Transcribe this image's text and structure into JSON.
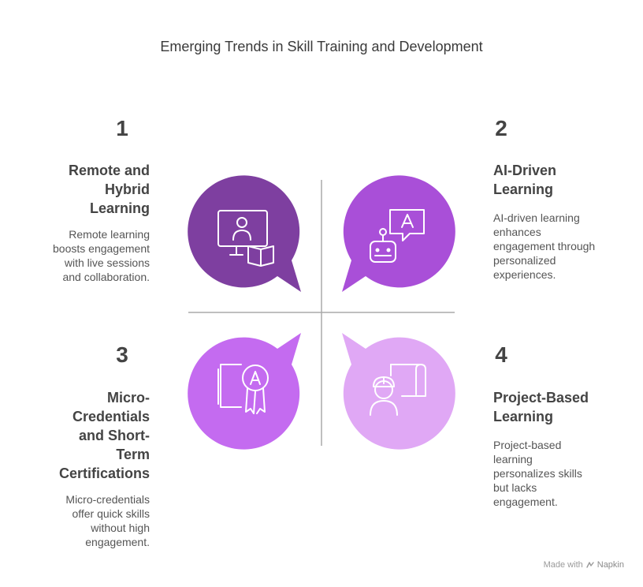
{
  "title": "Emerging Trends in Skill Training and Development",
  "colors": {
    "q1": "#7e3fa0",
    "q2": "#a94fd8",
    "q3": "#c46bf0",
    "q4": "#e0a8f5",
    "divider": "#aaaaaa"
  },
  "items": [
    {
      "number": "1",
      "heading": "Remote and Hybrid Learning",
      "heading_lines": [
        "Remote and",
        "Hybrid",
        "Learning"
      ],
      "description": "Remote learning boosts engagement with live sessions and collaboration.",
      "description_lines": [
        "Remote learning",
        "boosts engagement",
        "with live sessions",
        "and collaboration."
      ],
      "icon": "screen-user-book-icon"
    },
    {
      "number": "2",
      "heading": "AI-Driven Learning",
      "heading_lines": [
        "AI-Driven",
        "Learning"
      ],
      "description": "AI-driven learning enhances engagement through personalized experiences.",
      "description_lines": [
        "AI-driven learning",
        "enhances",
        "engagement through",
        "personalized",
        "experiences."
      ],
      "icon": "robot-speech-icon"
    },
    {
      "number": "3",
      "heading": "Micro-Credentials and Short-Term Certifications",
      "heading_lines": [
        "Micro-",
        "Credentials",
        "and Short-",
        "Term",
        "Certifications"
      ],
      "description": "Micro-credentials offer quick skills without high engagement.",
      "description_lines": [
        "Micro-credentials",
        "offer quick skills",
        "without high",
        "engagement."
      ],
      "icon": "certificate-badge-icon"
    },
    {
      "number": "4",
      "heading": "Project-Based Learning",
      "heading_lines": [
        "Project-Based",
        "Learning"
      ],
      "description": "Project-based learning personalizes skills but lacks engagement.",
      "description_lines": [
        "Project-based",
        "learning",
        "personalizes skills",
        "but lacks",
        "engagement."
      ],
      "icon": "engineer-blueprint-icon"
    }
  ],
  "footer": {
    "prefix": "Made with",
    "brand": "Napkin",
    "logo_icon": "napkin-logo-icon"
  }
}
